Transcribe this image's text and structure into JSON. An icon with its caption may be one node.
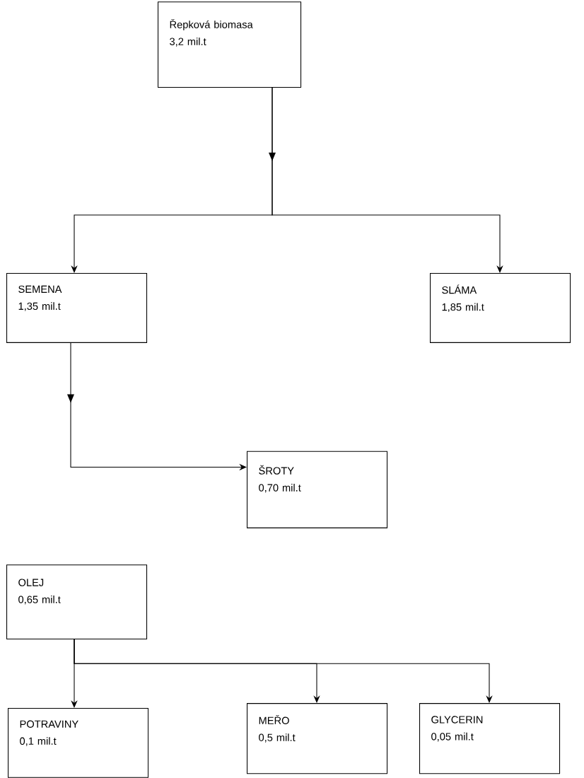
{
  "diagram": {
    "nodes": [
      {
        "text": [
          "Řepková biomasa",
          "3,2 mil.t"
        ]
      },
      {
        "text": [
          "SEMENA",
          "1,35 mil.t"
        ]
      },
      {
        "text": [
          "SLÁMA",
          "1,85 mil.t"
        ]
      },
      {
        "text": [
          "ŠROTY",
          "0,70 mil.t"
        ]
      },
      {
        "text": [
          "OLEJ",
          "0,65 mil.t"
        ]
      },
      {
        "text": [
          "POTRAVINY",
          "0,1 mil.t"
        ]
      },
      {
        "text": [
          "MEŘO",
          "0,5 mil.t"
        ]
      },
      {
        "text": [
          "GLYCERIN",
          "0,05 mil.t"
        ]
      }
    ],
    "edges": [
      {
        "from": 0,
        "to": 1,
        "arrow": "to"
      },
      {
        "from": 0,
        "to": 2,
        "arrow": "to"
      },
      {
        "from": 1,
        "to": 3,
        "arrow": "to"
      },
      {
        "from": 4,
        "to": 5,
        "arrow": "to"
      },
      {
        "from": 4,
        "to": 6,
        "arrow": "to"
      },
      {
        "from": 4,
        "to": 7,
        "arrow": "to"
      }
    ]
  }
}
